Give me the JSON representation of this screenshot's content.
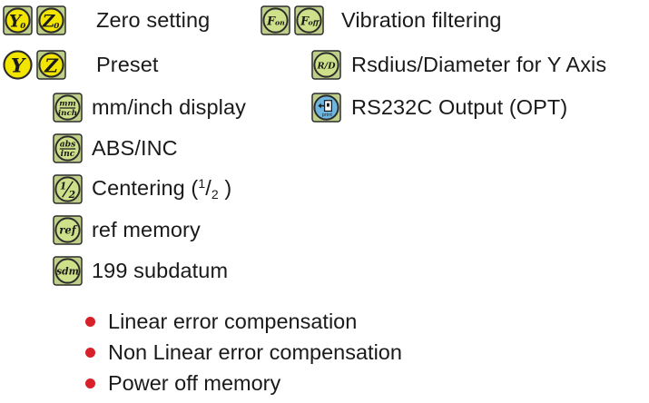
{
  "left_items": [
    {
      "icons": [
        {
          "name": "y-zero-icon",
          "style": "yellow-round",
          "text": "Y",
          "subscript": "0"
        },
        {
          "name": "z-zero-icon",
          "style": "yellow-square",
          "text": "Z",
          "subscript": "0"
        }
      ],
      "label": "Zero setting"
    },
    {
      "icons": [
        {
          "name": "y-preset-icon",
          "style": "yellow-round",
          "text": "Y"
        },
        {
          "name": "z-preset-icon",
          "style": "yellow-square",
          "text": "Z"
        }
      ],
      "label": "Preset"
    },
    {
      "icons": [
        {
          "name": "mm-inch-icon",
          "style": "green-frac",
          "top": "mm",
          "bottom": "inch"
        }
      ],
      "label": "mm/inch display"
    },
    {
      "icons": [
        {
          "name": "abs-inc-icon",
          "style": "green-frac",
          "top": "abs",
          "bottom": "inc"
        }
      ],
      "label": "ABS/INC"
    },
    {
      "icons": [
        {
          "name": "centering-icon",
          "style": "green-frac-half",
          "top": "1",
          "bottom": "2"
        }
      ],
      "label_main": "Centering (",
      "label_sup": "1",
      "label_slash": "/",
      "label_sub": "2",
      "label_end": " )"
    },
    {
      "icons": [
        {
          "name": "ref-memory-icon",
          "style": "green-text",
          "text": "ref"
        }
      ],
      "label": "ref memory"
    },
    {
      "icons": [
        {
          "name": "subdatum-icon",
          "style": "green-text",
          "text": "sdm"
        }
      ],
      "label": "199 subdatum"
    }
  ],
  "right_items": [
    {
      "icons": [
        {
          "name": "f-on-icon",
          "style": "green-sub",
          "text": "F",
          "subscript": "on"
        },
        {
          "name": "f-off-icon",
          "style": "green-sub",
          "text": "F",
          "subscript": "off"
        }
      ],
      "label": "Vibration filtering"
    },
    {
      "icons": [
        {
          "name": "radius-diameter-icon",
          "style": "green-text",
          "text": "R/D"
        }
      ],
      "label": "Rsdius/Diameter for Y Axis"
    },
    {
      "icons": [
        {
          "name": "print-icon",
          "style": "blue-print",
          "text": "print"
        }
      ],
      "label": "RS232C Output (OPT)"
    }
  ],
  "bullets": [
    "Linear error compensation",
    "Non Linear error compensation",
    "Power off memory"
  ],
  "colors": {
    "yellow": "#f2e600",
    "green": "#cfe08a",
    "blue": "#6fb6df",
    "bullet": "#d8202a",
    "outline": "#2b2b2b"
  }
}
